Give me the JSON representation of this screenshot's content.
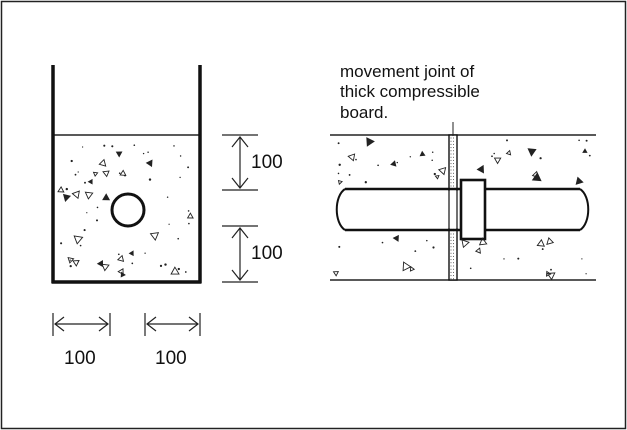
{
  "left_diagram": {
    "dim_upper": "100",
    "dim_lower": "100",
    "dim_bottom_left": "100",
    "dim_bottom_right": "100"
  },
  "right_diagram": {
    "note_lines": [
      "movement joint of",
      "thick compressible",
      "board."
    ]
  }
}
